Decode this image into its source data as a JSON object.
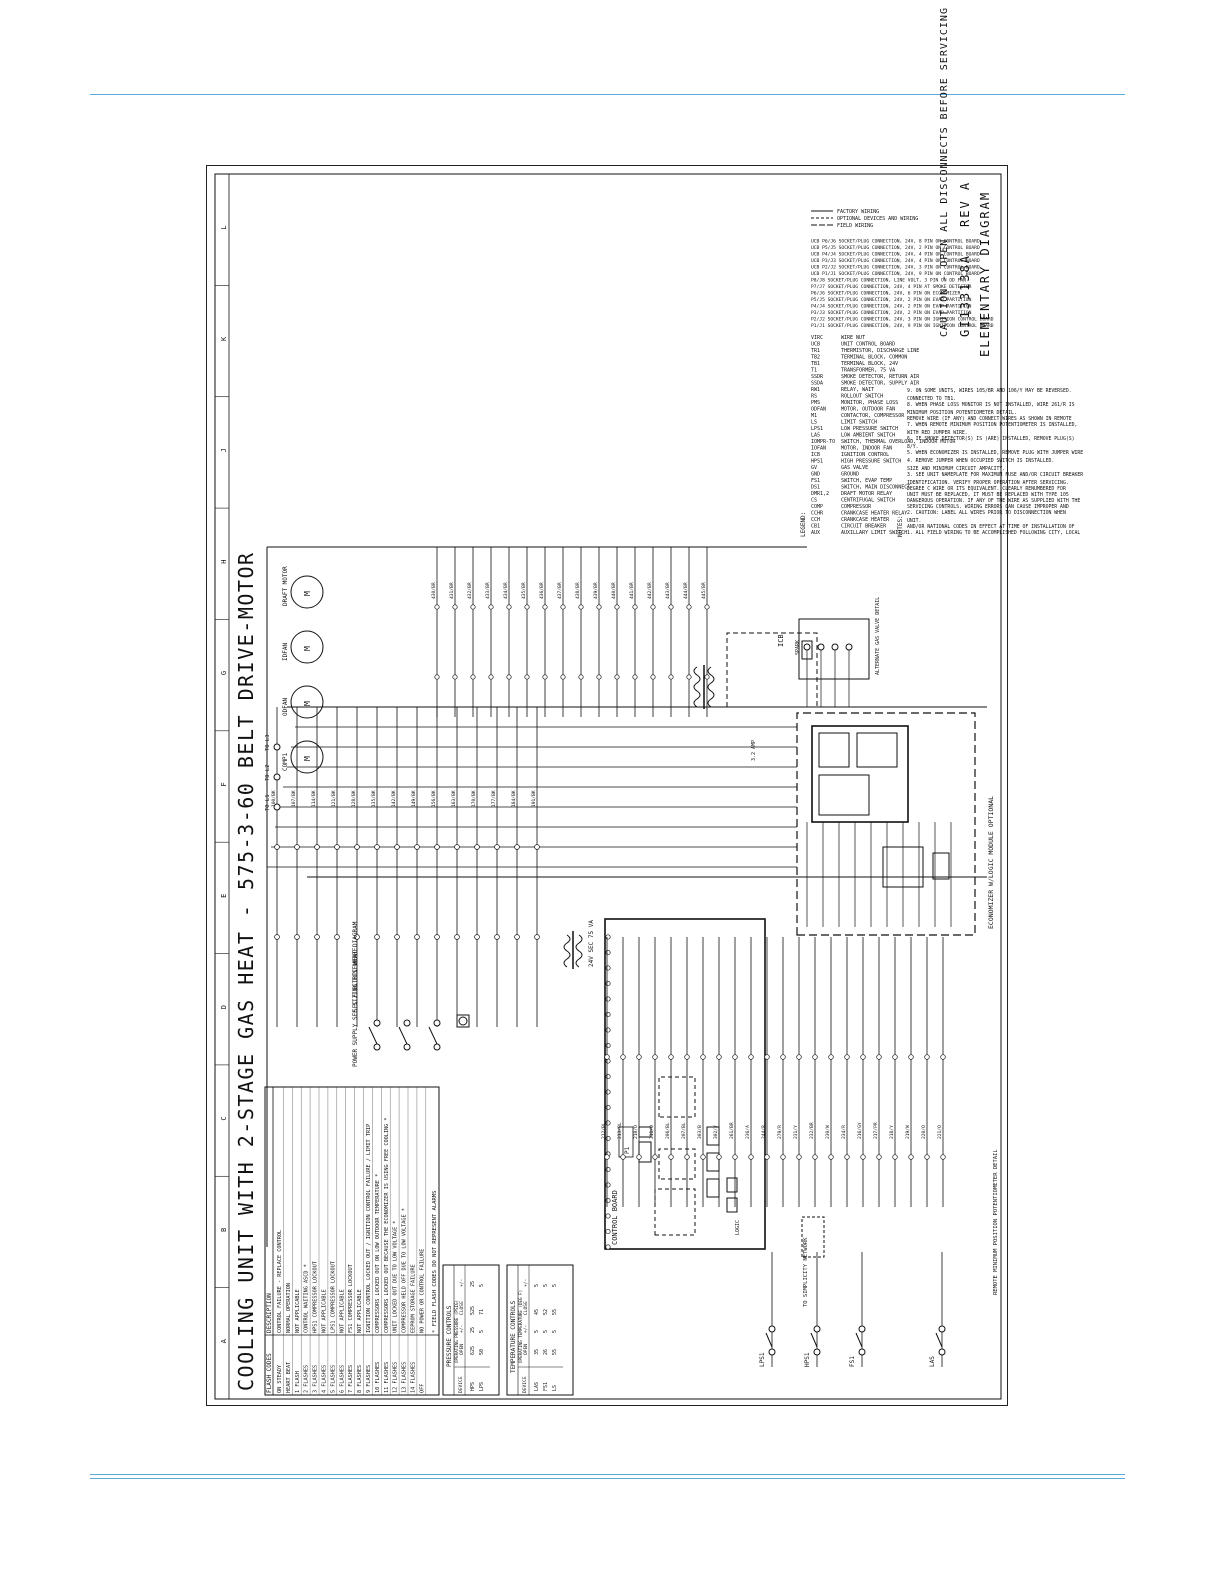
{
  "title": "COOLING UNIT WITH 2-STAGE GAS HEAT - 575-3-60 BELT DRIVE-MOTOR",
  "footer_title": "ELEMENTARY DIAGRAM",
  "zone_letters": [
    "A",
    "B",
    "C",
    "D",
    "E",
    "F",
    "G",
    "H",
    "J",
    "K",
    "L"
  ],
  "flash_codes": {
    "header_code": "FLASH CODES",
    "header_desc": "DESCRIPTION",
    "rows": [
      [
        "ON STEADY",
        "CONTROL FAILURE - REPLACE CONTROL"
      ],
      [
        "HEART BEAT",
        "NORMAL OPERATION"
      ],
      [
        "1 FLASH",
        "NOT APPLICABLE"
      ],
      [
        "2 FLASHES",
        "CONTROL WAITING ASCD *"
      ],
      [
        "3 FLASHES",
        "HPS1 COMPRESSOR LOCKOUT"
      ],
      [
        "4 FLASHES",
        "NOT APPLICABLE"
      ],
      [
        "5 FLASHES",
        "LPS1 COMPRESSOR LOCKOUT"
      ],
      [
        "6 FLASHES",
        "NOT APPLICABLE"
      ],
      [
        "7 FLASHES",
        "FS1 COMPRESSOR LOCKOUT"
      ],
      [
        "8 FLASHES",
        "NOT APPLICABLE"
      ],
      [
        "9 FLASHES",
        "IGNITION CONTROL LOCKED OUT / IGNITION CONTROL FAILURE / LIMIT TRIP"
      ],
      [
        "10 FLASHES",
        "COMPRESSORS LOCKED OUT ON LOW OUTDOOR TEMPERATURE *"
      ],
      [
        "11 FLASHES",
        "COMPRESSORS LOCKED OUT BECAUSE THE ECONOMIZER IS USING FREE COOLING *"
      ],
      [
        "12 FLASHES",
        "UNIT LOCKED OUT DUE TO LOW VOLTAGE *"
      ],
      [
        "13 FLASHES",
        "COMPRESSOR HELD OFF DUE TO LOW VOLTAGE *"
      ],
      [
        "14 FLASHES",
        "EEPROM STORAGE FAILURE"
      ],
      [
        "OFF",
        "NO POWER OR CONTROL FAILURE"
      ]
    ],
    "footnote": "* FIELD FLASH CODES DO NOT REPRESENT ALARMS"
  },
  "pressure_controls": {
    "title": "PRESSURE CONTROLS",
    "headers": [
      "DEVICE",
      "OPERATING PRESSURE (PSIG)",
      "OPEN",
      "+/-",
      "CLOSE",
      "+/-"
    ],
    "rows": [
      [
        "HPS",
        "625",
        "25",
        "525",
        "25"
      ],
      [
        "LPS",
        "50",
        "5",
        "71",
        "5"
      ]
    ]
  },
  "temperature_controls": {
    "title": "TEMPERATURE CONTROLS",
    "headers": [
      "DEVICE",
      "OPERATING TEMPERATURE (DEG F)",
      "OPEN",
      "+/-",
      "CLOSE",
      "+/-"
    ],
    "rows": [
      [
        "LAS",
        "35",
        "5",
        "45",
        "5"
      ],
      [
        "FS1",
        "26",
        "5",
        "52",
        "5"
      ],
      [
        "LS",
        "55",
        "5",
        "55",
        "5"
      ]
    ]
  },
  "legend": {
    "title": "LEGEND:",
    "items": [
      [
        "AUX",
        "AUXILLARY LIMIT SWITCH"
      ],
      [
        "CB1",
        "CIRCUIT BREAKER"
      ],
      [
        "CCH",
        "CRANKCASE HEATER"
      ],
      [
        "CCHR",
        "CRANKCASE HEATER RELAY"
      ],
      [
        "COMP",
        "COMPRESSOR"
      ],
      [
        "CS",
        "CENTRIFUGAL SWITCH"
      ],
      [
        "DMR1,2",
        "DRAFT MOTOR RELAY"
      ],
      [
        "DS1",
        "SWITCH, MAIN DISCONNECT"
      ],
      [
        "FS1",
        "SWITCH, EVAP TEMP"
      ],
      [
        "GND",
        "GROUND"
      ],
      [
        "GV",
        "GAS VALVE"
      ],
      [
        "HPS1",
        "HIGH PRESSURE SWITCH"
      ],
      [
        "ICB",
        "IGNITION CONTROL"
      ],
      [
        "IOFAN",
        "MOTOR, INDOOR FAN"
      ],
      [
        "IOMPR-TO",
        "SWITCH, THERMAL OVERLOAD, INDOOR MOTOR"
      ],
      [
        "LAS",
        "LOW AMBIENT SWITCH"
      ],
      [
        "LPS1",
        "LOW PRESSURE SWITCH"
      ],
      [
        "LS",
        "LIMIT SWITCH"
      ],
      [
        "M1",
        "CONTACTOR, COMPRESSOR"
      ],
      [
        "ODFAN",
        "MOTOR, OUTDOOR FAN"
      ],
      [
        "PMS",
        "MONITOR, PHASE LOSS"
      ],
      [
        "RS",
        "ROLLOUT SWITCH"
      ],
      [
        "RW1",
        "RELAY, WAIT"
      ],
      [
        "SSDA",
        "SMOKE DETECTOR, SUPPLY AIR"
      ],
      [
        "SSDR",
        "SMOKE DETECTOR, RETURN AIR"
      ],
      [
        "T1",
        "TRANSFORMER, 75 VA"
      ],
      [
        "TB1",
        "TERMINAL BLOCK, 24V"
      ],
      [
        "TB2",
        "TERMINAL BLOCK, COMMON"
      ],
      [
        "TR1",
        "THERMISTOR, DISCHARGE LINE"
      ],
      [
        "UCB",
        "UNIT CONTROL BOARD"
      ],
      [
        "VIRC",
        "WIRE NUT"
      ]
    ],
    "connectors": [
      "P1/J1  SOCKET/PLUG CONNECTION, 24V, 9 PIN ON IGNITION CONTROL BOARD",
      "P2/J2  SOCKET/PLUG CONNECTION, 24V, 3 PIN ON IGNITION CONTROL BOARD",
      "P3/J3  SOCKET/PLUG CONNECTION, 24V, 2 PIN ON EVAP PARTITION",
      "P4/J4  SOCKET/PLUG CONNECTION, 24V, 2 PIN ON EVAP PARTITION",
      "P5/J5  SOCKET/PLUG CONNECTION, 24V, 2 PIN ON EVAP PARTITION",
      "P6/J6  SOCKET/PLUG CONNECTION, 24V, 6 PIN ON ECONOMIZER",
      "P7/J7  SOCKET/PLUG CONNECTION, 24V, 4 PIN AT SMOKE DETECTOR",
      "P8/J8  SOCKET/PLUG CONNECTION, LINE VOLT, 3 PIN ON OD FAN",
      "UCB P1/J1  SOCKET/PLUG CONNECTION, 24V, 9 PIN ON CONTROL BOARD",
      "UCB P2/J2  SOCKET/PLUG CONNECTION, 24V, 3 PIN ON CONTROL BOARD",
      "UCB P3/J3  SOCKET/PLUG CONNECTION, 24V, 4 PIN ON CONTROL BOARD",
      "UCB P4/J4  SOCKET/PLUG CONNECTION, 24V, 4 PIN ON CONTROL BOARD",
      "UCB P5/J5  SOCKET/PLUG CONNECTION, 24V, 2 PIN ON CONTROL BOARD",
      "UCB P6/J6  SOCKET/PLUG CONNECTION, 24V, 8 PIN ON CONTROL BOARD"
    ],
    "line_types": [
      "FIELD WIRING",
      "OPTIONAL DEVICES AND WIRING",
      "FACTORY WIRING"
    ]
  },
  "notes": {
    "title": "NOTES:",
    "items": [
      "1. ALL FIELD WIRING TO BE ACCOMPLISHED FOLLOWING CITY, LOCAL AND/OR NATIONAL CODES IN EFFECT AT TIME OF INSTALLATION OF UNIT.",
      "2. CAUTION: LABEL ALL WIRES PRIOR TO DISCONNECTION WHEN SERVICING CONTROLS. WIRING ERRORS CAN CAUSE IMPROPER AND DANGEROUS OPERATION. IF ANY OF THE WIRE AS SUPPLIED WITH THE UNIT MUST BE REPLACED, IT MUST BE REPLACED WITH TYPE 105 DEGREE C WIRE OR ITS EQUIVALENT. CLEARLY RENUMBERED FOR IDENTIFICATION. VERIFY PROPER OPERATION AFTER SERVICING.",
      "3. SEE UNIT NAMEPLATE FOR MAXIMUM FUSE AND/OR CIRCUIT BREAKER SIZE AND MINIMUM CIRCUIT AMPACITY.",
      "4. REMOVE JUMPER WHEN OCCUPIED SWITCH IS INSTALLED.",
      "5. WHEN ECONOMIZER IS INSTALLED, REMOVE PLUG WITH JUMPER WIRE 8/Y.",
      "6. IF SMOKE DETECTOR(S) IS (ARE) INSTALLED, REMOVE PLUG(S) WITH RED JUMPER WIRE.",
      "7. WHEN REMOTE MINIMUM POSITION POTENTIOMETER IS INSTALLED, REMOVE WIRE (IF ANY) AND CONNECT WIRES AS SHOWN IN REMOTE MINIMUM POSITION POTENTIOMETER DETAIL.",
      "8. WHEN PHASE LOSS MONITOR IS NOT INSTALLED, WIRE 261/R IS CONNECTED TO TB1.",
      "9. ON SOME UNITS, WIRES 105/BR AND 106/Y MAY BE REVERSED."
    ]
  },
  "caution": "CAUTION - OPEN ALL DISCONNECTS BEFORE SERVICING THIS UNIT",
  "drawing_number": "GI133138A",
  "revision": "REV A",
  "labels": {
    "power_supply": "POWER SUPPLY SEE SIZING ELSEWHERE",
    "sec_electric": "SEC ELECTRIC HEAT DIAGRAM",
    "line_terms": [
      "TO L1",
      "TO L2",
      "TO L3"
    ],
    "motors": [
      "COMP1",
      "ODFAN",
      "IDFAN",
      "DRAFT MOTOR"
    ],
    "transformer": "24V SEC 75 VA",
    "control_board": "CONTROL BOARD",
    "economizer": "ECONOMIZER W/LOGIC MODULE OPTIONAL",
    "remote_pot": "REMOTE MINIMUM POSITION POTENTIOMETER DETAIL",
    "alternate_gv": "ALTERNATE GAS VALVE DETAIL",
    "simplicity": "TO SIMPLICITY NETWORK",
    "spark": "SPARK",
    "icb": "ICB",
    "cb_amp": "3.2 AMP"
  },
  "colors": {
    "ink": "#111111",
    "rule": "#5aa9d8",
    "paper": "#ffffff"
  }
}
